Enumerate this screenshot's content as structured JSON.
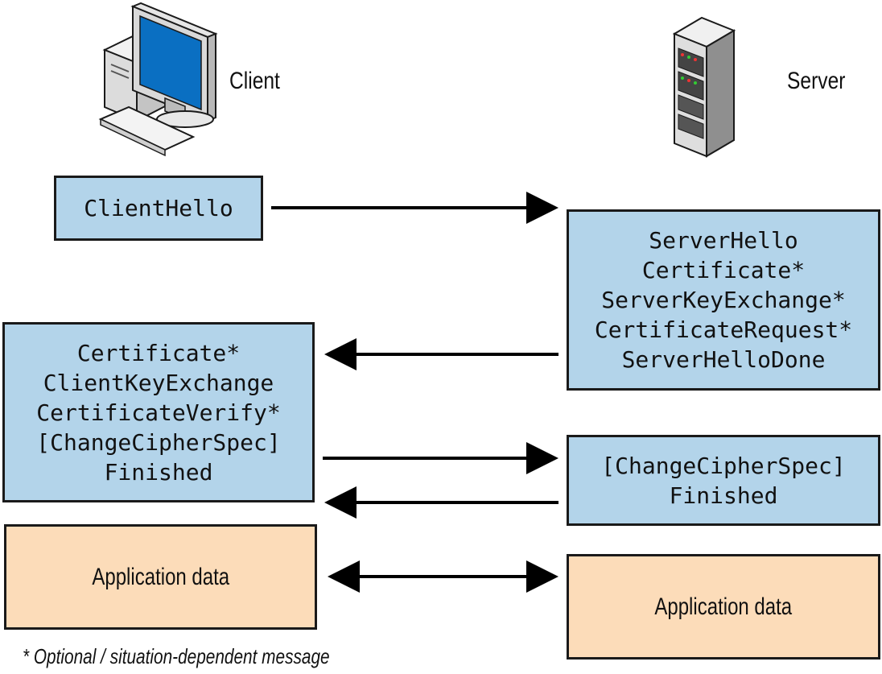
{
  "actors": {
    "client_label": "Client",
    "server_label": "Server"
  },
  "messages": {
    "client_hello": [
      "ClientHello"
    ],
    "server_hello_group": [
      "ServerHello",
      "Certificate*",
      "ServerKeyExchange*",
      "CertificateRequest*",
      "ServerHelloDone"
    ],
    "client_key_group": [
      "Certificate*",
      "ClientKeyExchange",
      "CertificateVerify*",
      "[ChangeCipherSpec]",
      "Finished"
    ],
    "server_finish_group": [
      "[ChangeCipherSpec]",
      "Finished"
    ],
    "client_app_data": "Application data",
    "server_app_data": "Application data"
  },
  "footnote": "* Optional / situation-dependent message",
  "colors": {
    "message_fill": "#b3d4ea",
    "app_data_fill": "#fcdcb9",
    "border": "#1a1a1a"
  }
}
